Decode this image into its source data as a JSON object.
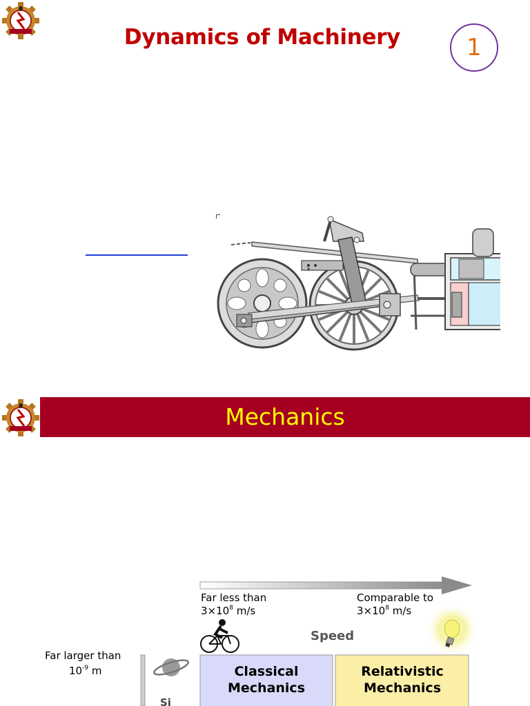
{
  "slide1": {
    "title": "Dynamics of Machinery",
    "slide_number": "1"
  },
  "slide2": {
    "banner_title": "Mechanics",
    "speed_axis": {
      "left_label_line1": "Far less than",
      "left_label_line2": "3×10",
      "left_label_exp": "8",
      "left_label_unit": " m/s",
      "right_label_line1": "Comparable to",
      "right_label_line2": "3×10",
      "right_label_exp": "8",
      "right_label_unit": " m/s",
      "axis_title": "Speed"
    },
    "size_axis": {
      "label_line1": "Far larger than",
      "label_line2": "10",
      "label_exp": "-9",
      "label_unit": " m"
    },
    "boxes": [
      {
        "line1": "Classical",
        "line2": "Mechanics",
        "color": "#d9d9f9"
      },
      {
        "line1": "Relativistic",
        "line2": "Mechanics",
        "color": "#fbeea6"
      }
    ],
    "colors": {
      "banner_bg": "#a50021",
      "banner_text": "#ffff00",
      "title_red": "#c00000",
      "circle_purple": "#7030a0",
      "number_orange": "#e46c0a"
    }
  }
}
